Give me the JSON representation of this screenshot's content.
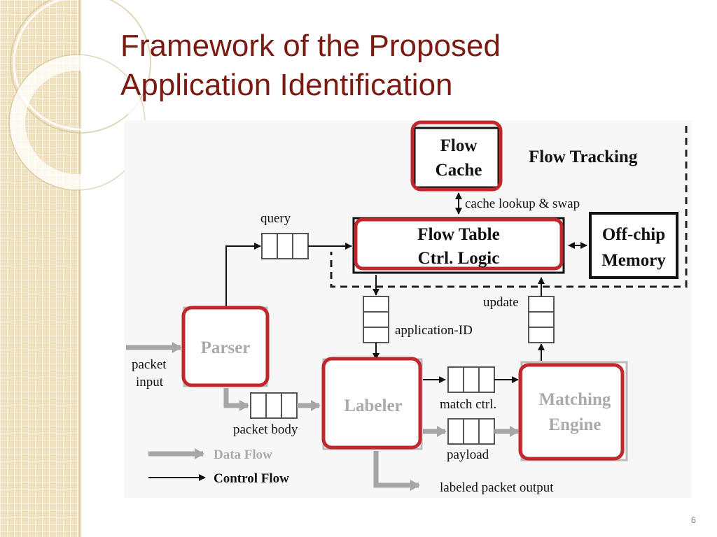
{
  "slide": {
    "title_line1": "Framework of the Proposed",
    "title_line2": "Application Identification",
    "page_number": "6"
  },
  "diagram": {
    "region_label": "Flow Tracking",
    "nodes": {
      "flow_cache": {
        "line1": "Flow",
        "line2": "Cache"
      },
      "flow_table": {
        "line1": "Flow Table",
        "line2": "Ctrl. Logic"
      },
      "offchip": {
        "line1": "Off-chip",
        "line2": "Memory"
      },
      "parser": {
        "label": "Parser"
      },
      "labeler": {
        "label": "Labeler"
      },
      "matching": {
        "line1": "Matching",
        "line2": "Engine"
      }
    },
    "edge_labels": {
      "cache_lookup": "cache lookup & swap",
      "query": "query",
      "update": "update",
      "application_id": "application-ID",
      "packet_input_1": "packet",
      "packet_input_2": "input",
      "packet_body": "packet body",
      "match_ctrl": "match ctrl.",
      "payload": "payload",
      "labeled_output": "labeled packet output"
    },
    "legend": {
      "data_flow": "Data Flow",
      "control_flow": "Control Flow"
    },
    "colors": {
      "highlight": "#c0282d",
      "data_flow_arrow": "#a6a6a6",
      "gray_box_text": "#aaaaaa",
      "title": "#7a1a10"
    }
  }
}
